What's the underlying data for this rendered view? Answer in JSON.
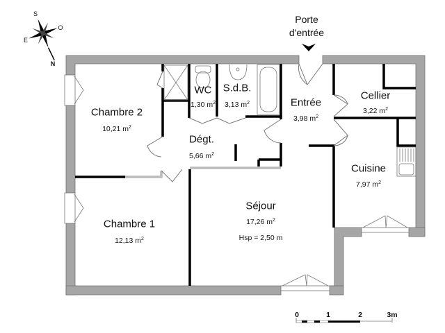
{
  "entrance": {
    "label_line1": "Porte",
    "label_line2": "d'entrée"
  },
  "compass": {
    "north": "N",
    "south": "S",
    "east": "E",
    "west": "O"
  },
  "rooms": [
    {
      "id": "chambre2",
      "name": "Chambre 2",
      "area": "10,21 m",
      "unit_sup": "2"
    },
    {
      "id": "wc",
      "name": "WC",
      "area": "1,30 m",
      "unit_sup": "2"
    },
    {
      "id": "sdb",
      "name": "S.d.B.",
      "area": "3,13 m",
      "unit_sup": "2"
    },
    {
      "id": "entree",
      "name": "Entrée",
      "area": "3,98 m",
      "unit_sup": "2"
    },
    {
      "id": "cellier",
      "name": "Cellier",
      "area": "3,22 m",
      "unit_sup": "2"
    },
    {
      "id": "degt",
      "name": "Dégt.",
      "area": "5,66 m",
      "unit_sup": "2"
    },
    {
      "id": "cuisine",
      "name": "Cuisine",
      "area": "7,97 m",
      "unit_sup": "2"
    },
    {
      "id": "sejour",
      "name": "Séjour",
      "area": "17,26 m",
      "unit_sup": "2",
      "note": "Hsp = 2,50 m"
    },
    {
      "id": "chambre1",
      "name": "Chambre 1",
      "area": "12,13 m",
      "unit_sup": "2"
    }
  ],
  "scale": {
    "ticks": [
      "0",
      "1",
      "2",
      "3m"
    ]
  },
  "colors": {
    "wall": "#a6a6a6",
    "wall_edge": "#6e6e6e",
    "partition": "#000000"
  }
}
